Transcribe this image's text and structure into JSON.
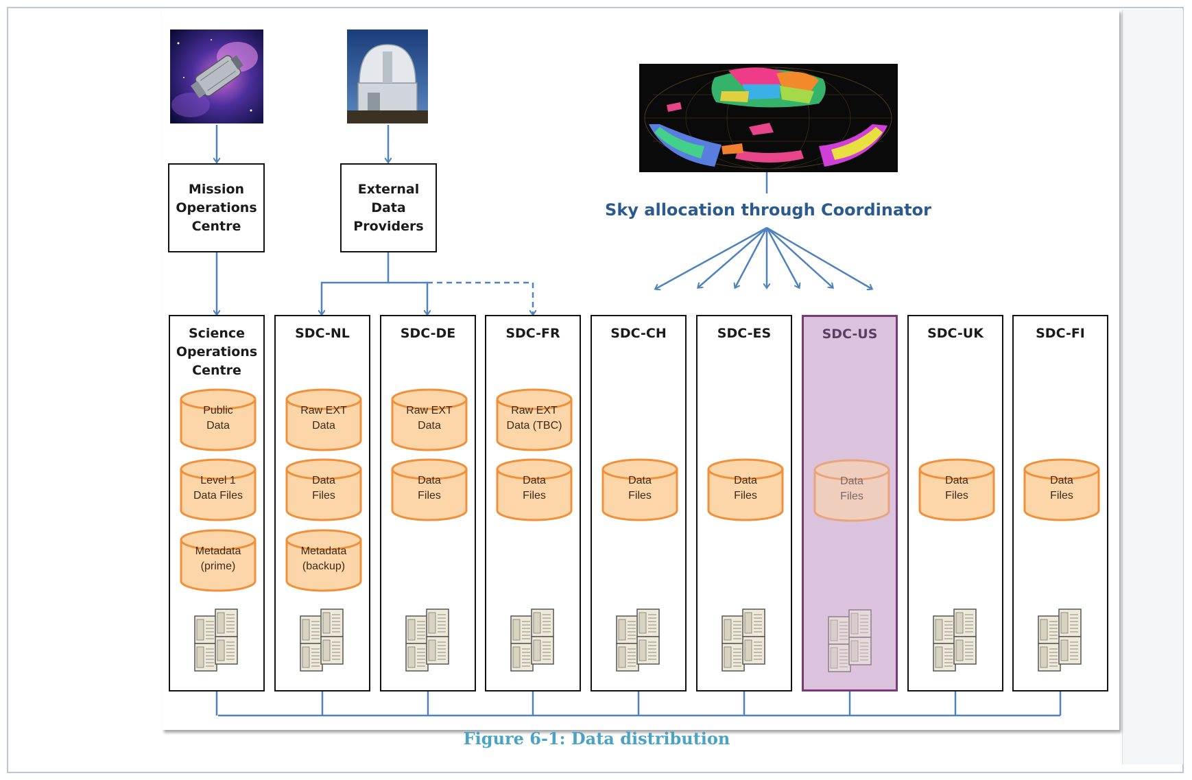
{
  "caption": "Figure 6-1: Data distribution",
  "sky_label": "Sky allocation through Coordinator",
  "top_boxes": {
    "mission": [
      "Mission",
      "Operations",
      "Centre"
    ],
    "external": [
      "External",
      "Data",
      "Providers"
    ]
  },
  "images": {
    "telescope": "telescope-image",
    "observatory": "observatory-image",
    "sky_map": "sky-map-image"
  },
  "columns": [
    {
      "title": [
        "Science",
        "Operations",
        "Centre"
      ],
      "highlight": false,
      "stores": [
        [
          "Public",
          "Data"
        ],
        [
          "Level 1",
          "Data Files"
        ],
        [
          "Metadata",
          "(prime)"
        ]
      ]
    },
    {
      "title": [
        "SDC-NL"
      ],
      "highlight": false,
      "stores": [
        [
          "Raw EXT",
          "Data"
        ],
        [
          "Data",
          "Files"
        ],
        [
          "Metadata",
          "(backup)"
        ]
      ]
    },
    {
      "title": [
        "SDC-DE"
      ],
      "highlight": false,
      "stores": [
        [
          "Raw EXT",
          "Data"
        ],
        [
          "Data",
          "Files"
        ]
      ]
    },
    {
      "title": [
        "SDC-FR"
      ],
      "highlight": false,
      "stores": [
        [
          "Raw EXT",
          "Data (TBC)"
        ],
        [
          "Data",
          "Files"
        ]
      ]
    },
    {
      "title": [
        "SDC-CH"
      ],
      "highlight": false,
      "stores": [
        [
          "Data",
          "Files"
        ]
      ]
    },
    {
      "title": [
        "SDC-ES"
      ],
      "highlight": false,
      "stores": [
        [
          "Data",
          "Files"
        ]
      ]
    },
    {
      "title": [
        "SDC-US"
      ],
      "highlight": true,
      "stores": [
        [
          "Data",
          "Files"
        ]
      ]
    },
    {
      "title": [
        "SDC-UK"
      ],
      "highlight": false,
      "stores": [
        [
          "Data",
          "Files"
        ]
      ]
    },
    {
      "title": [
        "SDC-FI"
      ],
      "highlight": false,
      "stores": [
        [
          "Data",
          "Files"
        ]
      ]
    }
  ],
  "colors": {
    "connector": "#4f81bd",
    "cylinder_fill": "#fcd6a8",
    "cylinder_stroke": "#f0903a",
    "highlight_fill": "#dcc3dd",
    "highlight_border": "#7a3a78",
    "caption": "#4aa3c3",
    "sky_label": "#2b5a8c"
  }
}
